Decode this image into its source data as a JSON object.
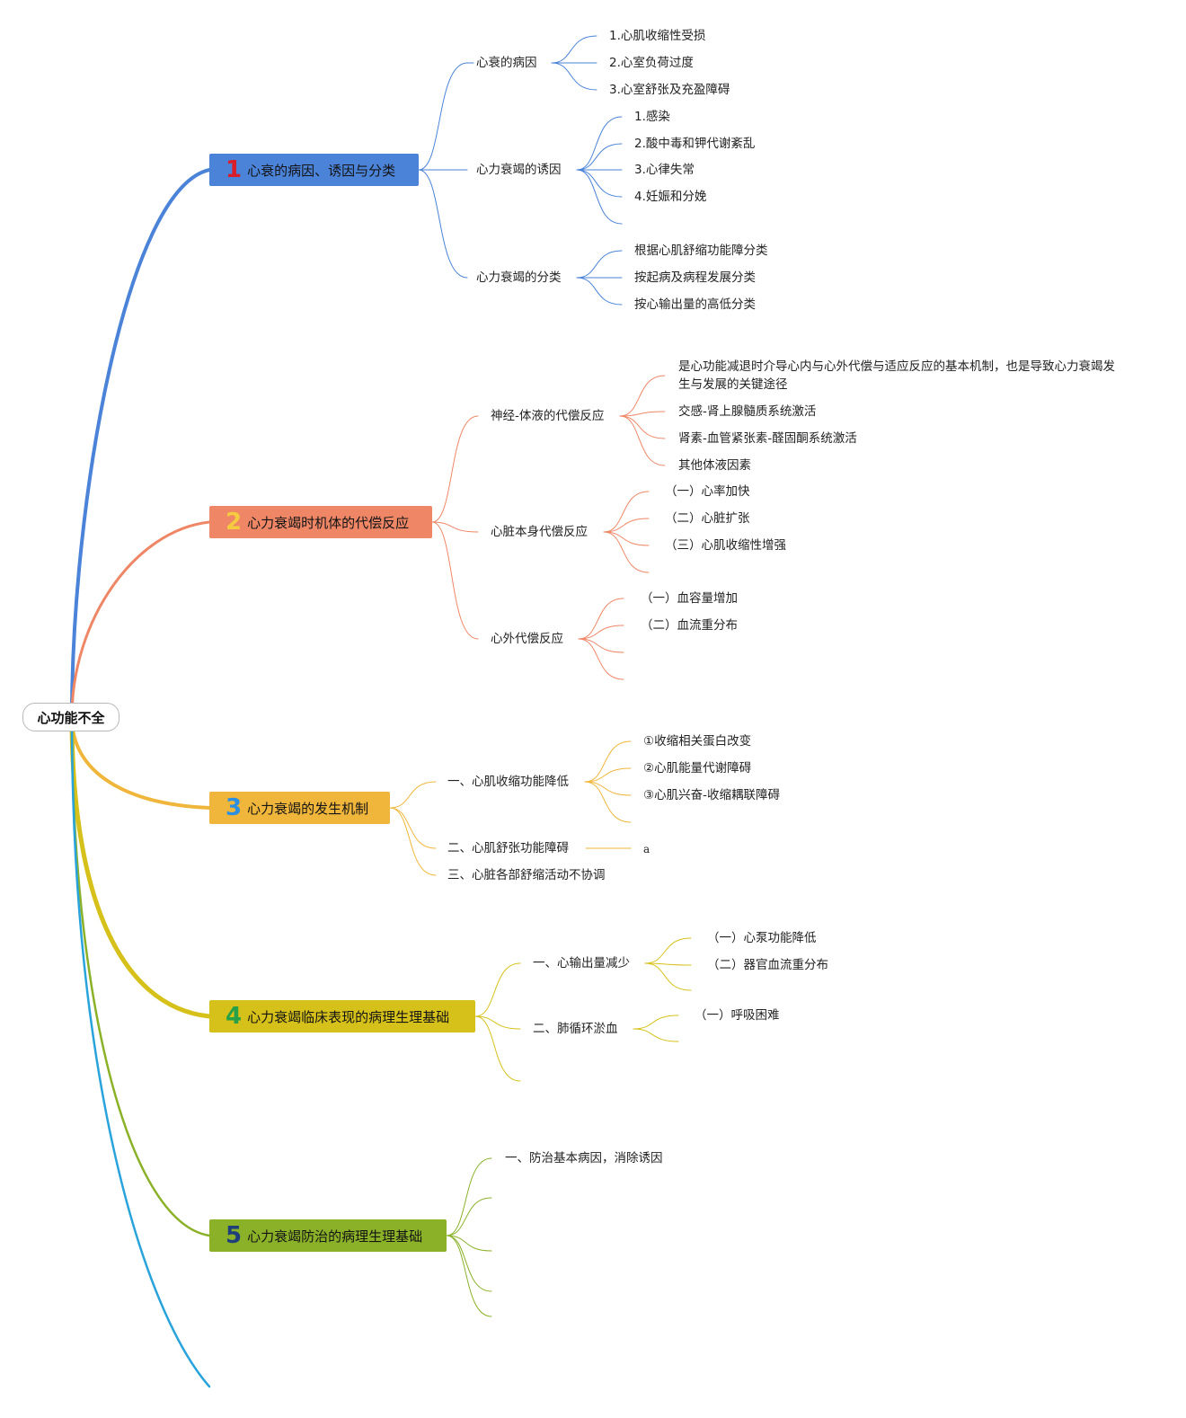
{
  "root": {
    "label": "心功能不全"
  },
  "colors": {
    "b1": "#4a83d8",
    "b2": "#ef8767",
    "b3": "#f0b63b",
    "b4": "#d6c11a",
    "b5": "#8ab128",
    "tail": "#29a3db",
    "n1": "#d81e2b",
    "n2": "#f5cb3f",
    "n3": "#2d8fe0",
    "n4": "#27a047",
    "n5": "#1f3f7a"
  },
  "branches": [
    {
      "num": "1",
      "label": "心衰的病因、诱因与分类",
      "subs": [
        {
          "label": "心衰的病因",
          "items": [
            "1.心肌收缩性受损",
            "2.心室负荷过度",
            "3.心室舒张及充盈障碍"
          ]
        },
        {
          "label": "心力衰竭的诱因",
          "items": [
            "1.感染",
            "2.酸中毒和钾代谢紊乱",
            "3.心律失常",
            "4.妊娠和分娩"
          ]
        },
        {
          "label": "心力衰竭的分类",
          "items": [
            "根据心肌舒缩功能障分类",
            "按起病及病程发展分类",
            "按心输出量的高低分类"
          ]
        }
      ]
    },
    {
      "num": "2",
      "label": "心力衰竭时机体的代偿反应",
      "subs": [
        {
          "label": "神经-体液的代偿反应",
          "items": [
            "是心功能减退时介导心内与心外代偿与适应反应的基本机制，也是导致心力衰竭发生与发展的关键途径",
            "交感-肾上腺髓质系统激活",
            "肾素-血管紧张素-醛固酮系统激活",
            "其他体液因素"
          ]
        },
        {
          "label": "心脏本身代偿反应",
          "items": [
            "（一）心率加快",
            "（二）心脏扩张",
            "（三）心肌收缩性增强"
          ]
        },
        {
          "label": "心外代偿反应",
          "items": [
            "（一）血容量增加",
            "（二）血流重分布"
          ]
        }
      ]
    },
    {
      "num": "3",
      "label": "心力衰竭的发生机制",
      "subs": [
        {
          "label": "一、心肌收缩功能降低",
          "items": [
            "①收缩相关蛋白改变",
            "②心肌能量代谢障碍",
            "③心肌兴奋-收缩耦联障碍"
          ]
        },
        {
          "label": "二、心肌舒张功能障碍",
          "items": [
            "a"
          ]
        },
        {
          "label": "三、心脏各部舒缩活动不协调",
          "items": []
        }
      ]
    },
    {
      "num": "4",
      "label": "心力衰竭临床表现的病理生理基础",
      "subs": [
        {
          "label": "一、心输出量减少",
          "items": [
            "（一）心泵功能降低",
            "（二）器官血流重分布"
          ]
        },
        {
          "label": "二、肺循环淤血",
          "items": [
            "（一）呼吸困难"
          ]
        }
      ]
    },
    {
      "num": "5",
      "label": "心力衰竭防治的病理生理基础",
      "subs": [
        {
          "label": "一、防治基本病因，消除诱因",
          "items": []
        }
      ]
    }
  ]
}
